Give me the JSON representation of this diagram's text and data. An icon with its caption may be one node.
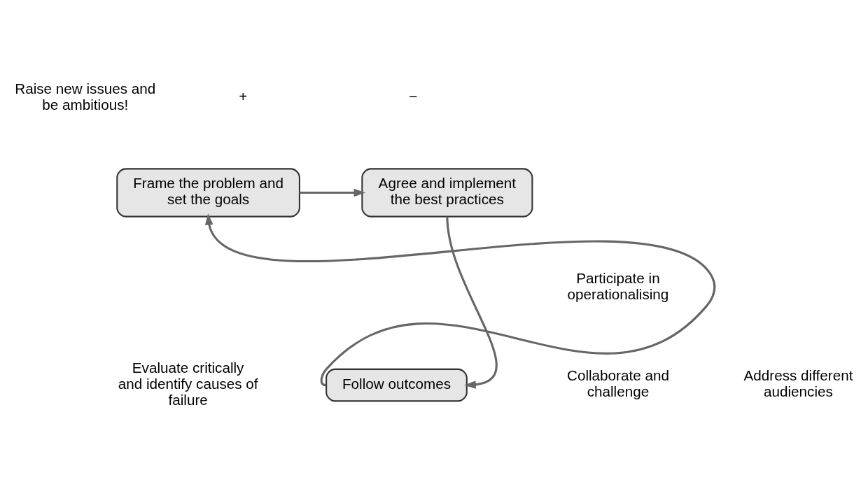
{
  "diagram": {
    "nodes": [
      {
        "text": [
          "Frame the problem and set the goals"
        ]
      },
      {
        "text": [
          "Agree and implement the best practices"
        ]
      },
      {
        "text": [
          "Follow outcomes"
        ]
      }
    ],
    "edges": [
      {
        "from": 0,
        "to": 1,
        "arrow": "to"
      },
      {
        "from": 1,
        "to": 2,
        "arrow": "to"
      },
      {
        "from": 2,
        "to": 0,
        "arrow": "to"
      }
    ],
    "labels": [
      "Raise new issues and be ambitious!",
      "+",
      "−",
      "Participate in operationalising",
      "Collaborate and challenge",
      "Address different audiencies",
      "Evaluate critically and identify causes of failure"
    ]
  }
}
